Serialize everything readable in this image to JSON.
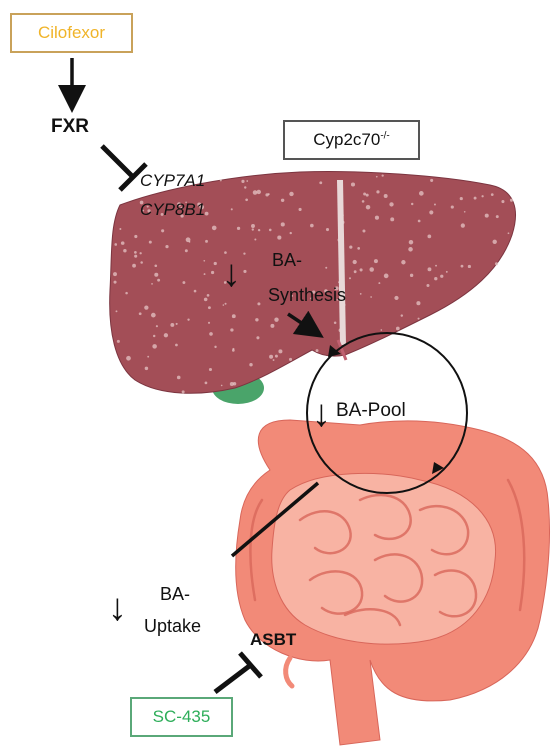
{
  "drug_top": {
    "text": "Cilofexor",
    "color": "#f0b429"
  },
  "receptor": {
    "text": "FXR"
  },
  "model_label": {
    "text": "Cyp2c70",
    "superscript": "-/-"
  },
  "genes": [
    {
      "text": "CYP7A1"
    },
    {
      "text": "CYP8B1"
    }
  ],
  "synthesis": {
    "arrow": "↓",
    "line1": "BA-",
    "line2": "Synthesis"
  },
  "pool": {
    "arrow": "↓",
    "text": "BA-Pool"
  },
  "uptake": {
    "arrow": "↓",
    "line1": "BA-",
    "line2": "Uptake"
  },
  "transporter": {
    "text": "ASBT"
  },
  "drug_bottom": {
    "text": "SC-435",
    "color": "#2eae5a"
  },
  "colors": {
    "liver": "#a34e57",
    "liver_dark": "#7c3540",
    "liver_spots": "#e6c4c4",
    "gallbladder": "#4aa46a",
    "intestine": "#f28a78",
    "intestine_light": "#f8b3a3",
    "intestine_dark": "#d8665a",
    "ink": "#111111"
  }
}
